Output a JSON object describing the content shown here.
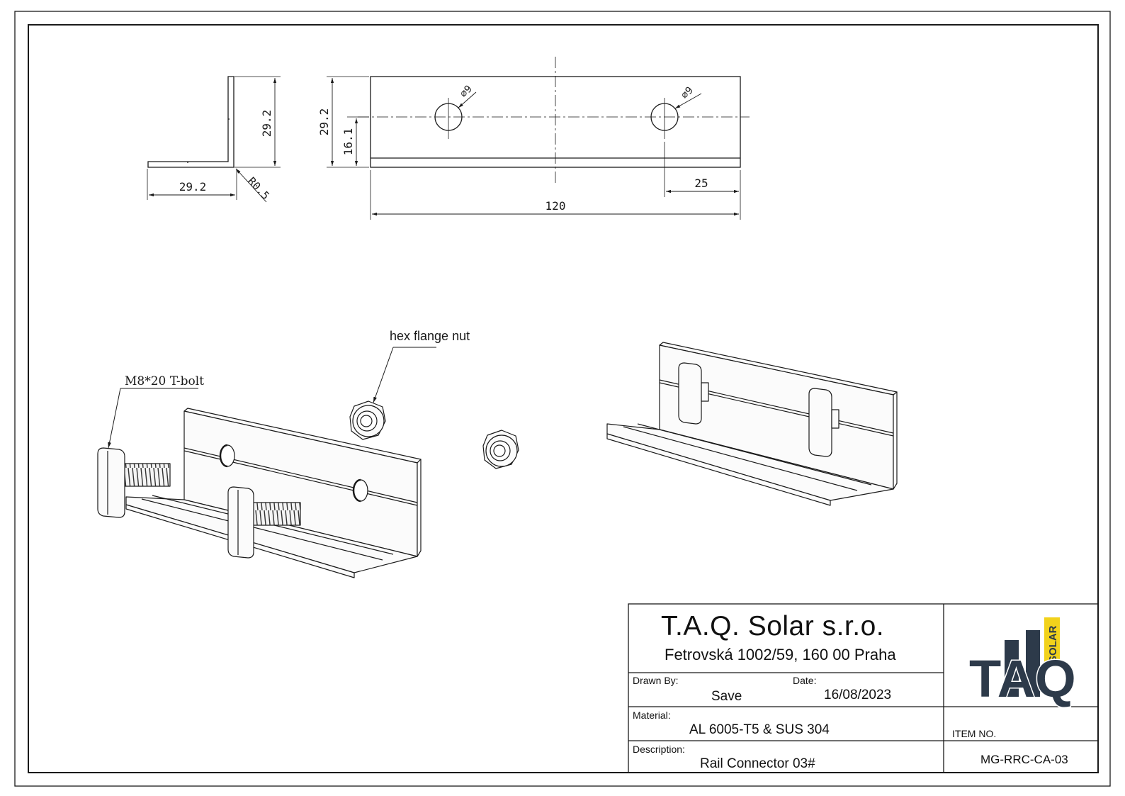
{
  "dimensions": {
    "side_height": "29.2",
    "side_width": "29.2",
    "corner_radius": "R0.5",
    "front_height": "29.2",
    "hole_height": "16.1",
    "hole_dia_left": "⌀9",
    "hole_dia_right": "⌀9",
    "hole_offset": "25",
    "length": "120"
  },
  "callouts": {
    "bolt": "M8*20 T-bolt",
    "nut": "hex flange nut"
  },
  "title_block": {
    "company": "T.A.Q. Solar s.r.o.",
    "address": "Fetrovská 1002/59, 160 00 Praha",
    "drawn_by_label": "Drawn By:",
    "drawn_by": "Save",
    "date_label": "Date:",
    "date": "16/08/2023",
    "material_label": "Material:",
    "material": "AL 6005-T5 & SUS 304",
    "description_label": "Description:",
    "description": "Rail Connector 03#",
    "item_no_label": "ITEM NO.",
    "item_no": "MG-RRC-CA-03",
    "logo_text": "TAQ",
    "logo_sub": "SOLAR"
  },
  "colors": {
    "line": "#1a1a1a",
    "logo_dark": "#2d3a4a",
    "logo_accent": "#f2d21b"
  }
}
